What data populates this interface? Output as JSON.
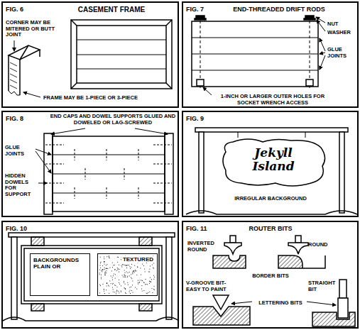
{
  "diagram": {
    "nodes": [
      {
        "text": [
          "FIG. 6",
          "CASEMENT FRAME",
          "CORNER MAY BE MITERED OR BUTT JOINT",
          "FRAME MAY BE 1-PIECE OR 3-PIECE"
        ]
      },
      {
        "text": [
          "FIG. 7",
          "END-THREADED DRIFT RODS",
          "NUT",
          "WASHER",
          "GLUE JOINTS",
          "1-INCH OR LARGER OUTER HOLES FOR SOCKET WRENCH ACCESS"
        ]
      },
      {
        "text": [
          "FIG. 8",
          "END CAPS AND DOWEL SUPPORTS GLUED AND DOWELED OR LAG-SCREWED",
          "GLUE JOINTS",
          "HIDDEN DOWELS FOR SUPPORT"
        ]
      },
      {
        "text": [
          "FIG. 9",
          "IRREGULAR BACKGROUND"
        ]
      },
      {
        "text": [
          "Jekyll Island"
        ],
        "in": 3
      },
      {
        "text": [
          "FIG. 10"
        ]
      },
      {
        "text": [
          "BACKGROUNDS PLAIN OR"
        ],
        "in": 5
      },
      {
        "text": [
          "TEXTURED"
        ],
        "in": 5
      },
      {
        "text": [
          "FIG. 11",
          "ROUTER BITS",
          "INVERTED ROUND",
          "ROUND",
          "BORDER BITS",
          "V-GROOVE BIT- EASY TO PAINT",
          "LETTERING BITS",
          "STRAIGHT BIT"
        ]
      }
    ]
  }
}
